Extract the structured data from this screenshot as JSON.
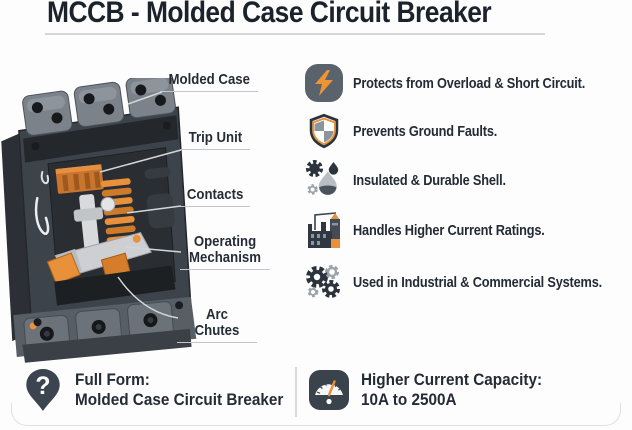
{
  "title": "MCCB - Molded Case Circuit Breaker",
  "diagram": {
    "name": "mccb-cutaway-illustration",
    "labels": [
      {
        "text": "Molded Case"
      },
      {
        "text": "Trip Unit"
      },
      {
        "text": "Contacts"
      },
      {
        "text": "Operating Mechanism"
      },
      {
        "text": "Arc Chutes"
      }
    ]
  },
  "features": [
    {
      "icon": "lightning-icon",
      "text": "Protects from Overload & Short Circuit."
    },
    {
      "icon": "shield-icon",
      "text": "Prevents Ground Faults."
    },
    {
      "icon": "droplets-gear-icon",
      "text": "Insulated & Durable Shell."
    },
    {
      "icon": "factory-icon",
      "text": "Handles Higher Current Ratings."
    },
    {
      "icon": "gears-icon",
      "text": "Used in Industrial & Commercial Systems."
    }
  ],
  "footer": {
    "full_form": {
      "icon": "question-pin-icon",
      "label": "Full Form:",
      "value": "Molded Case Circuit Breaker"
    },
    "capacity": {
      "icon": "meter-icon",
      "label": "Higher Current Capacity:",
      "value": "10A to 2500A"
    }
  },
  "colors": {
    "accent_orange": "#ef9434",
    "dark_slate": "#2b333c",
    "text_dark": "#232b34",
    "underline_gray": "#c3c6ca",
    "background": "#fdfdfe"
  }
}
